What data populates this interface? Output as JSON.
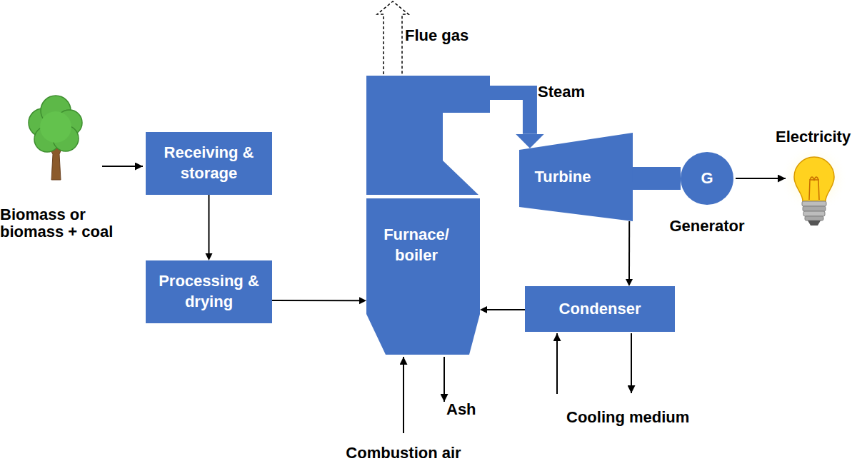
{
  "diagram": {
    "nodes": [
      {
        "text": [
          "Receiving & storage"
        ]
      },
      {
        "text": [
          "Processing & drying"
        ]
      },
      {
        "text": [
          "Furnace/ boiler"
        ]
      },
      {
        "text": [
          "Turbine"
        ]
      },
      {
        "text": [
          "G",
          "Generator"
        ]
      },
      {
        "text": [
          "Condenser"
        ]
      }
    ],
    "edges": [
      {
        "from": 0,
        "to": 1,
        "arrow": "to"
      },
      {
        "from": 1,
        "to": 2,
        "arrow": "to"
      },
      {
        "from": 2,
        "to": 3,
        "arrow": "to",
        "label": "Steam"
      },
      {
        "from": 3,
        "to": 4,
        "arrow": "none"
      },
      {
        "from": 3,
        "to": 5,
        "arrow": "to"
      },
      {
        "from": 5,
        "to": 2,
        "arrow": "to"
      }
    ],
    "labels": [
      "Flue gas",
      "Electricity",
      "Biomass or biomass + coal",
      "Ash",
      "Cooling medium",
      "Combustion air"
    ]
  }
}
